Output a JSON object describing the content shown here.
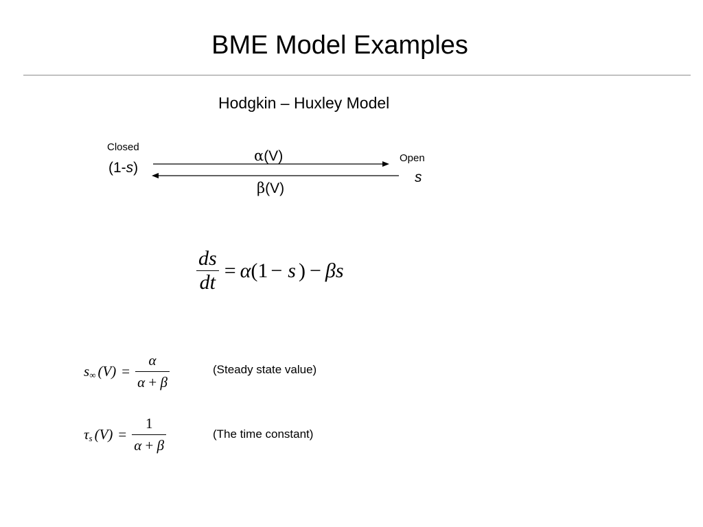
{
  "slide": {
    "title": "BME Model Examples",
    "subtitle": "Hodgkin – Huxley Model"
  },
  "reaction": {
    "closed_label": "Closed",
    "closed_state_prefix": "(1-",
    "closed_state_var": "s",
    "closed_state_suffix": ")",
    "open_label": "Open",
    "open_state": "s",
    "forward_rate_symbol": "α",
    "forward_rate_arg": "(V)",
    "backward_rate_symbol": "β",
    "backward_rate_arg": "(V)"
  },
  "equations": {
    "main": {
      "numerator": "ds",
      "denominator": "dt",
      "rhs_eq": "=",
      "rhs_alpha": "α",
      "rhs_paren_open": "(1",
      "rhs_minus1": "−",
      "rhs_s": "s",
      "rhs_paren_close": ")",
      "rhs_minus2": "−",
      "rhs_beta": "β",
      "rhs_s2": "s"
    },
    "steady_state": {
      "lhs_var": "s",
      "lhs_sub": "∞",
      "lhs_arg": "(V)",
      "eq": "=",
      "numerator": "α",
      "den_alpha": "α",
      "den_plus": "+",
      "den_beta": "β",
      "note": "(Steady state value)"
    },
    "time_constant": {
      "lhs_var": "τ",
      "lhs_sub": "s",
      "lhs_arg": "(V)",
      "eq": "=",
      "numerator": "1",
      "den_alpha": "α",
      "den_plus": "+",
      "den_beta": "β",
      "note": "(The time constant)"
    }
  }
}
